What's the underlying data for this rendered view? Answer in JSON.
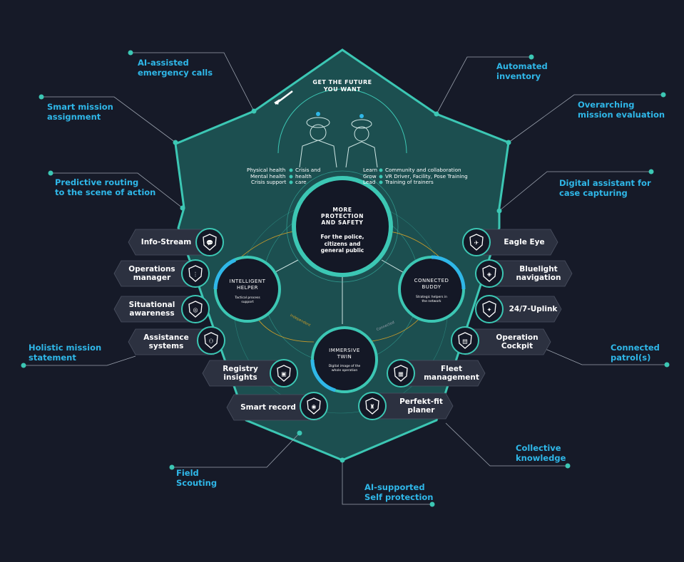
{
  "header": {
    "title": "GET THE FUTURE\nYOU WANT"
  },
  "benefits_left": {
    "labels": [
      "Physical health",
      "Mental health",
      "Crisis support"
    ],
    "labels_right": [
      "Crisis and",
      "health",
      "care"
    ]
  },
  "benefits_right": {
    "labels": [
      "Learn",
      "Grow",
      "Lead"
    ],
    "labels_right": [
      "Community and collaboration",
      "VR Driver, Facility, Pose Training",
      "Training of trainers"
    ]
  },
  "center": {
    "title": "MORE\nPROTECTION\nAND SAFETY",
    "subtitle": "For the police,\ncitizens and\ngeneral public"
  },
  "helper": {
    "title": "INTELLIGENT\nHELPER",
    "subtitle": "Tactical process\nsupport"
  },
  "buddy": {
    "title": "CONNECTED\nBUDDY",
    "subtitle": "Strategic helpers in\nthe network"
  },
  "twin": {
    "title": "IMMERSIVE\nTWIN",
    "subtitle": "Digital image of the\nwhole operation"
  },
  "arc_labels": {
    "independent": "Independent",
    "connected": "Connected"
  },
  "outer_labels": [
    "AI-assisted\nemergency calls",
    "Automated\ninventory",
    "Smart mission\nassignment",
    "Overarching\nmission evaluation",
    "Predictive routing\nto the scene of action",
    "Digital assistant for\ncase capturing",
    "Holistic mission\nstatement",
    "Connected\npatrol(s)",
    "Collective\nknowledge",
    "Field\nScouting",
    "AI-supported\nSelf protection"
  ],
  "left_pills": [
    {
      "label": "Info-Stream",
      "icon": "chat-bubbles-icon"
    },
    {
      "label": "Operations\nmanager",
      "icon": "traffic-light-icon"
    },
    {
      "label": "Situational\nawareness",
      "icon": "radar-icon"
    },
    {
      "label": "Assistance\nsystems",
      "icon": "people-group-icon"
    },
    {
      "label": "Registry\ninsights",
      "icon": "tablet-icon"
    },
    {
      "label": "Smart record",
      "icon": "fingerprint-icon"
    }
  ],
  "right_pills": [
    {
      "label": "Eagle Eye",
      "icon": "drone-icon"
    },
    {
      "label": "Bluelight\nnavigation",
      "icon": "police-car-icon"
    },
    {
      "label": "24/7-Uplink",
      "icon": "satellite-icon"
    },
    {
      "label": "Operation\nCockpit",
      "icon": "dashboard-icon"
    },
    {
      "label": "Fleet\nmanagement",
      "icon": "chip-icon"
    },
    {
      "label": "Perfekt-fit\nplaner",
      "icon": "uniform-icon"
    }
  ],
  "colors": {
    "background": "#161a28",
    "shield": "#1c4f50",
    "shield_edge": "#3cc7b4",
    "accent_blue": "#2fb7e8",
    "teal": "#3cc7b4",
    "pill": "#2c3140",
    "arc_orange": "#c99b2a"
  }
}
